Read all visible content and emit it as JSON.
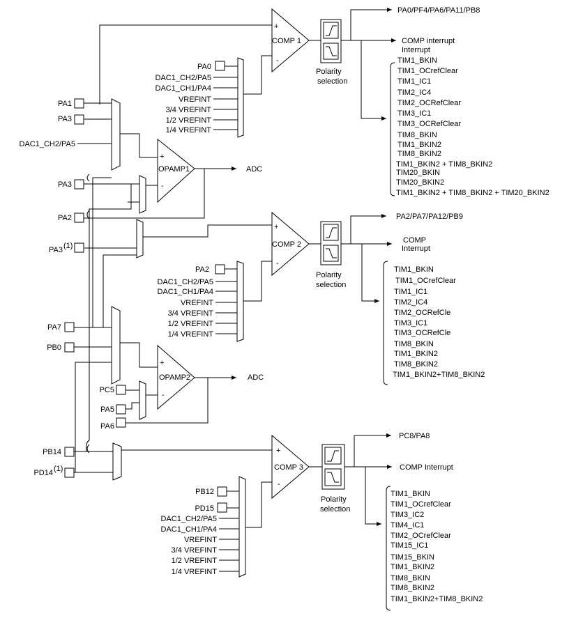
{
  "comp1": {
    "name": "COMP 1",
    "plus": "+",
    "minus": "-",
    "out_pins": "PA0/PF4/PA6/PA11/PB8",
    "interrupt_1": "COMP interrupt",
    "interrupt_2": "Interrupt",
    "polarity_1": "Polarity",
    "polarity_2": "selection",
    "inm": [
      "PA0",
      "DAC1_CH2/PA5",
      "DAC1_CH1/PA4",
      "VREFINT",
      "3/4 VREFINT",
      "1/2 VREFINT",
      "1/4 VREFINT"
    ],
    "tim": [
      "TIM1_BKIN",
      "TIM1_OCrefClear",
      "TIM1_IC1",
      "TIM2_IC4",
      "TIM2_OCRefClear",
      "TIM3_IC1",
      "TIM3_OCRefClear",
      "TIM8_BKIN",
      "TIM1_BKIN2",
      "TIM8_BKIN2",
      "TIM1_BKIN2 + TIM8_BKIN2",
      "TIM20_BKIN",
      "TIM20_BKIN2",
      "TIM1_BKIN2 + TIM8_BKIN2 + TIM20_BKIN2"
    ]
  },
  "opamp1": {
    "name": "OPAMP1",
    "plus": "+",
    "minus": "-",
    "adc": "ADC",
    "inputs": [
      "PA1",
      "PA3",
      "DAC1_CH2/PA5",
      "PA3",
      "PA2"
    ]
  },
  "comp2": {
    "name": "COMP 2",
    "plus": "+",
    "minus": "-",
    "out_pins": "PA2/PA7/PA12/PB9",
    "interrupt_1": "COMP",
    "interrupt_2": "Interrupt",
    "polarity_1": "Polarity",
    "polarity_2": "selection",
    "inp_pin": "PA3",
    "inp_note": "(1)",
    "inm": [
      "PA2",
      "DAC1_CH2/PA5",
      "DAC1_CH1/PA4",
      "VREFINT",
      "3/4 VREFINT",
      "1/2 VREFINT",
      "1/4 VREFINT"
    ],
    "tim": [
      "TIM1_BKIN",
      "TIM1_OCrefClear",
      "TIM1_IC1",
      "TIM2_IC4",
      "TIM2_OCRefCle",
      "TIM3_IC1",
      "TIM3_OCRefCle",
      "TIM8_BKIN",
      "TIM1_BKIN2",
      "TIM8_BKIN2",
      "TIM1_BKIN2+TIM8_BKIN2"
    ]
  },
  "opamp2": {
    "name": "OPAMP2",
    "plus": "+",
    "minus": "-",
    "adc": "ADC",
    "inputs": [
      "PA7",
      "PB0",
      "PC5",
      "PA5",
      "PA6"
    ]
  },
  "comp3": {
    "name": "COMP 3",
    "plus": "+",
    "minus": "-",
    "out_pins": "PC8/PA8",
    "interrupt": "COMP Interrupt",
    "polarity_1": "Polarity",
    "polarity_2": "selection",
    "inp": [
      "PB14",
      "PD14"
    ],
    "inp_note": "(1)",
    "inm": [
      "PB12",
      "PD15",
      "DAC1_CH2/PA5",
      "DAC1_CH1/PA4",
      "VREFINT",
      "3/4 VREFINT",
      "1/2 VREFINT",
      "1/4 VREFINT"
    ],
    "tim": [
      "TIM1_BKIN",
      "TIM1_OCrefClear",
      "TIM3_IC2",
      "TIM4_IC1",
      "TIM2_OCrefClear",
      "TIM15_IC1",
      "TIM15_BKIN",
      "TIM1_BKIN2",
      "TIM8_BKIN",
      "TIM8_BKIN2",
      "TIM1_BKIN2+TIM8_BKIN2"
    ]
  }
}
